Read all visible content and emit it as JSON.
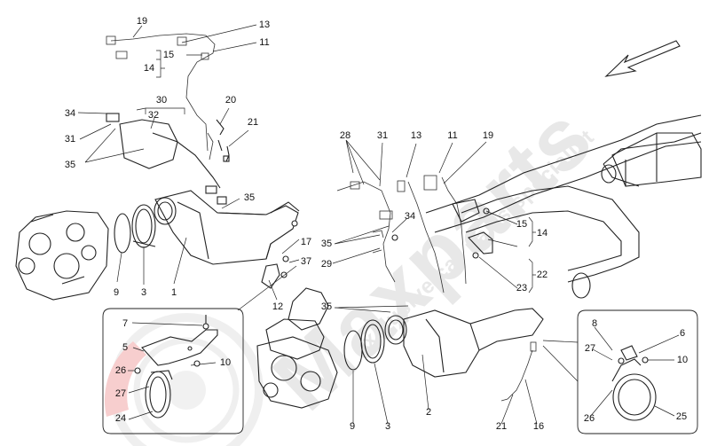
{
  "watermark": {
    "brand": "Maxparts",
    "tagline": "exclusive car parts specialist"
  },
  "callouts": [
    {
      "id": "c19a",
      "text": "19"
    },
    {
      "id": "c13a",
      "text": "13"
    },
    {
      "id": "c11a",
      "text": "11"
    },
    {
      "id": "c15a",
      "text": "15"
    },
    {
      "id": "c14a",
      "text": "14"
    },
    {
      "id": "c30",
      "text": "30"
    },
    {
      "id": "c34a",
      "text": "34"
    },
    {
      "id": "c32",
      "text": "32"
    },
    {
      "id": "c20",
      "text": "20"
    },
    {
      "id": "c21a",
      "text": "21"
    },
    {
      "id": "c31a",
      "text": "31"
    },
    {
      "id": "c35a",
      "text": "35"
    },
    {
      "id": "c35b",
      "text": "35"
    },
    {
      "id": "c17",
      "text": "17"
    },
    {
      "id": "c37",
      "text": "37"
    },
    {
      "id": "c12",
      "text": "12"
    },
    {
      "id": "c9a",
      "text": "9"
    },
    {
      "id": "c3a",
      "text": "3"
    },
    {
      "id": "c1",
      "text": "1"
    },
    {
      "id": "c28",
      "text": "28"
    },
    {
      "id": "c31b",
      "text": "31"
    },
    {
      "id": "c13b",
      "text": "13"
    },
    {
      "id": "c11b",
      "text": "11"
    },
    {
      "id": "c19b",
      "text": "19"
    },
    {
      "id": "c34b",
      "text": "34"
    },
    {
      "id": "c35c",
      "text": "35"
    },
    {
      "id": "c29",
      "text": "29"
    },
    {
      "id": "c15b",
      "text": "15"
    },
    {
      "id": "c14b",
      "text": "14"
    },
    {
      "id": "c22",
      "text": "22"
    },
    {
      "id": "c23",
      "text": "23"
    },
    {
      "id": "c35d",
      "text": "35"
    },
    {
      "id": "c7",
      "text": "7"
    },
    {
      "id": "c5",
      "text": "5"
    },
    {
      "id": "c10a",
      "text": "10"
    },
    {
      "id": "c26a",
      "text": "26"
    },
    {
      "id": "c27a",
      "text": "27"
    },
    {
      "id": "c24",
      "text": "24"
    },
    {
      "id": "c9b",
      "text": "9"
    },
    {
      "id": "c3b",
      "text": "3"
    },
    {
      "id": "c2",
      "text": "2"
    },
    {
      "id": "c21b",
      "text": "21"
    },
    {
      "id": "c16",
      "text": "16"
    },
    {
      "id": "c8",
      "text": "8"
    },
    {
      "id": "c6",
      "text": "6"
    },
    {
      "id": "c27b",
      "text": "27"
    },
    {
      "id": "c10b",
      "text": "10"
    },
    {
      "id": "c26b",
      "text": "26"
    },
    {
      "id": "c25",
      "text": "25"
    }
  ]
}
